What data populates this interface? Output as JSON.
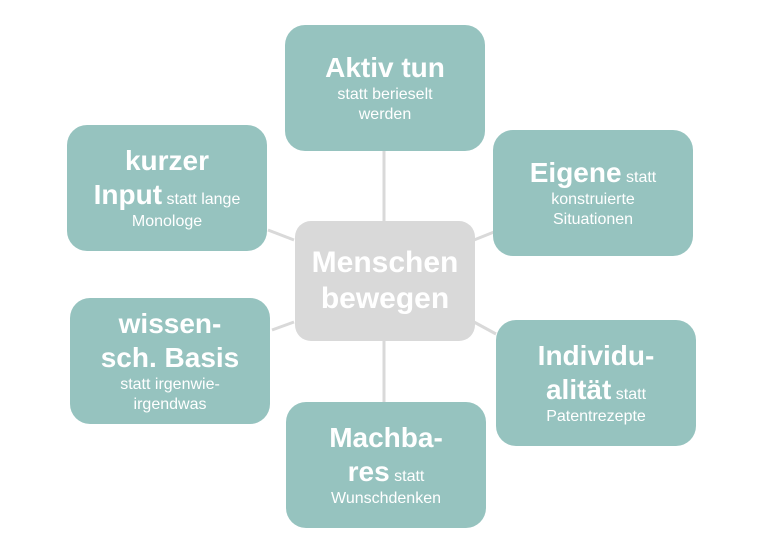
{
  "center": {
    "line1": "Menschen",
    "line2": "bewegen"
  },
  "nodes": {
    "top": {
      "strong": "Aktiv tun",
      "line2": "statt berieselt",
      "line3": "werden"
    },
    "top_right": {
      "strong": "Eigene",
      "inline": "statt",
      "line2": "konstruierte",
      "line3": "Situationen"
    },
    "bottom_right": {
      "strong1": "Individu-",
      "strong2": "alität",
      "inline": "statt",
      "line3": "Patentrezepte"
    },
    "bottom": {
      "strong1": "Machba-",
      "strong2": "res",
      "inline": "statt",
      "line3": "Wunschdenken"
    },
    "bottom_left": {
      "strong1": "wissen-",
      "strong2": "sch. Basis",
      "line3": "statt irgenwie-",
      "line4": "irgendwas"
    },
    "top_left": {
      "strong1": "kurzer",
      "strong2": "Input",
      "inline": "statt lange",
      "line3": "Monologe"
    }
  },
  "colors": {
    "node_fill": "#96c3bf",
    "center_fill": "#d9d9d9",
    "connector": "#d9d9d9",
    "text": "#ffffff"
  }
}
